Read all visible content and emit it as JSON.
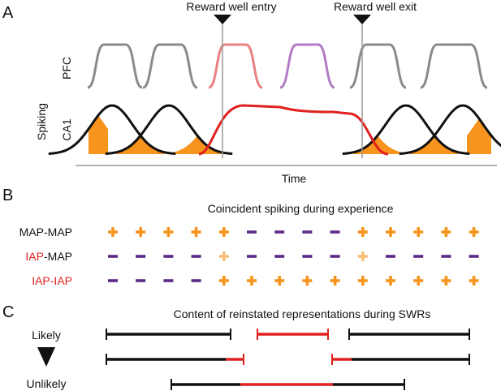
{
  "panels": {
    "a": {
      "letter": "A",
      "event_entry": "Reward well entry",
      "event_exit": "Reward well exit",
      "ylabel": "Spiking",
      "row_pfc": "PFC",
      "row_ca1": "CA1",
      "xlabel": "Time"
    },
    "b": {
      "letter": "B",
      "title": "Coincident spiking during experience",
      "rows": [
        {
          "label_parts": [
            {
              "text": "MAP-MAP",
              "color": "#111111"
            }
          ],
          "symbols": [
            "+",
            "+",
            "+",
            "+",
            "+",
            "-",
            "-",
            "-",
            "-",
            "+",
            "+",
            "+",
            "+",
            "+"
          ]
        },
        {
          "label_parts": [
            {
              "text": "IAP",
              "color": "#e0211f"
            },
            {
              "text": "-MAP",
              "color": "#111111"
            }
          ],
          "symbols": [
            "-",
            "-",
            "-",
            "-",
            "+light",
            "-",
            "-",
            "-",
            "-",
            "+light",
            "-",
            "-",
            "-",
            "-"
          ]
        },
        {
          "label_parts": [
            {
              "text": "IAP-IAP",
              "color": "#e0211f"
            }
          ],
          "symbols": [
            "-",
            "-",
            "-",
            "-",
            "+",
            "+",
            "+",
            "+",
            "+",
            "+",
            "+",
            "+",
            "+",
            "+"
          ]
        }
      ]
    },
    "c": {
      "letter": "C",
      "title": "Content of reinstated representations during SWRs",
      "likely": "Likely",
      "unlikely": "Unlikely"
    }
  },
  "colors": {
    "grey": "#8a8a8a",
    "black": "#111111",
    "red": "#e0211f",
    "pink": "#e88080",
    "violet": "#b27bc4",
    "orange": "#f7941d",
    "light_orange": "#f9c079",
    "purple": "#5b2a86",
    "axis": "#999999"
  },
  "icons": {
    "event_marker": "down-triangle-icon",
    "likelihood_arrow": "down-triangle-icon"
  }
}
